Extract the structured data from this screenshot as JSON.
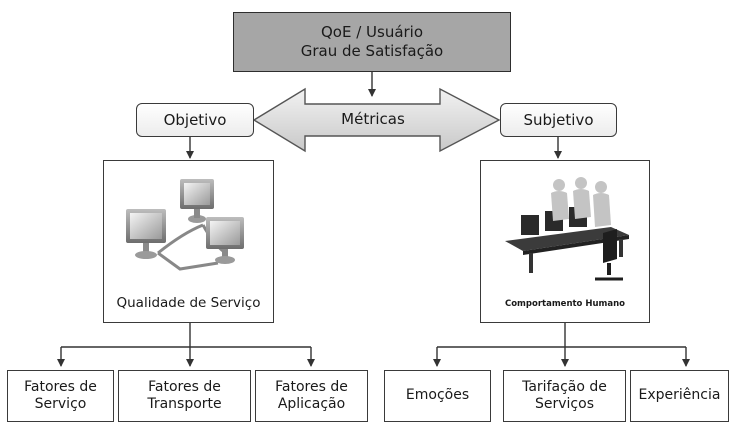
{
  "root": {
    "line1": "QoE / Usuário",
    "line2": "Grau de Satisfação"
  },
  "metrics_label": "Métricas",
  "objective": {
    "label": "Objetivo",
    "panel_label": "Qualidade de Serviço",
    "panel_icon": "networked-computers",
    "factors": [
      {
        "line1": "Fatores de",
        "line2": "Serviço"
      },
      {
        "line1": "Fatores de",
        "line2": "Transporte"
      },
      {
        "line1": "Fatores de",
        "line2": "Aplicação"
      }
    ]
  },
  "subjective": {
    "label": "Subjetivo",
    "panel_label": "Comportamento Humano",
    "panel_icon": "people-at-computers",
    "factors": [
      {
        "line1": "Emoções",
        "line2": ""
      },
      {
        "line1": "Tarifação de",
        "line2": "Serviços"
      },
      {
        "line1": "Experiência",
        "line2": ""
      }
    ]
  }
}
